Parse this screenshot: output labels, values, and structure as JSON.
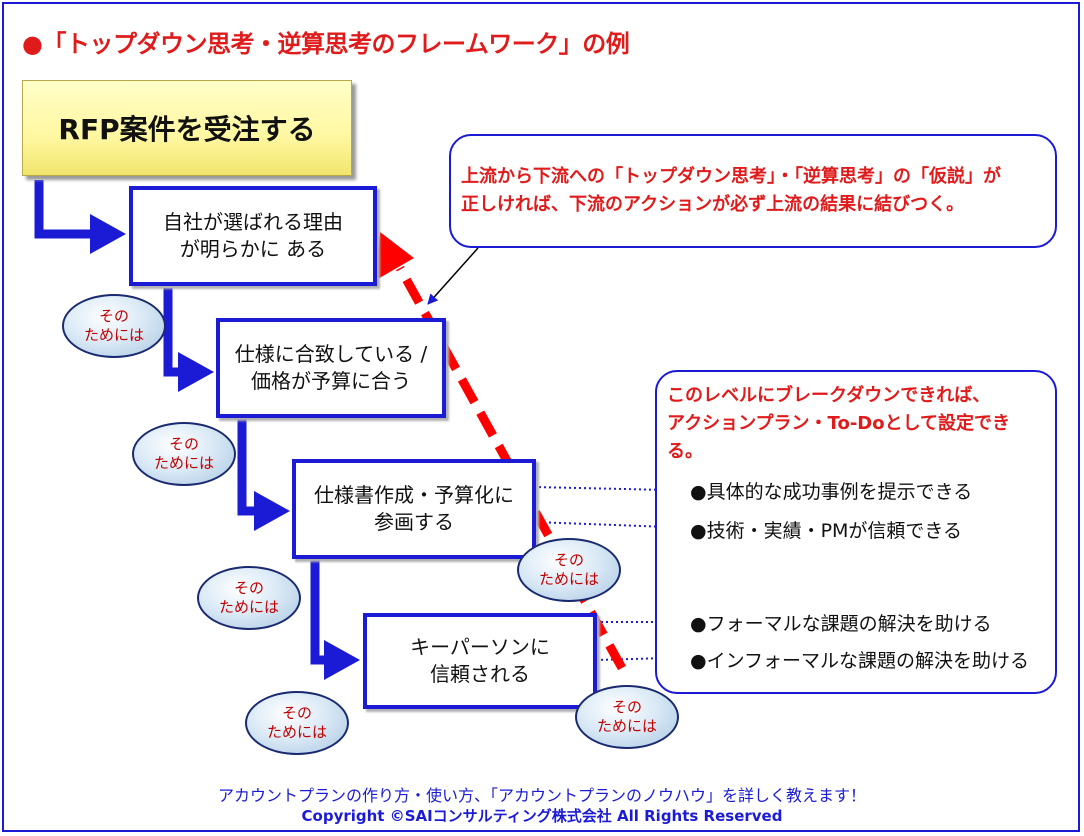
{
  "title": "●「トップダウン思考・逆算思考のフレームワーク」の例",
  "top_box": "RFP案件を受注する",
  "steps": [
    {
      "lines": [
        "自社が選ばれる理由",
        "が明らかに ある"
      ]
    },
    {
      "lines": [
        "仕様に合致している /",
        "価格が予算に合う"
      ]
    },
    {
      "lines": [
        "仕様書作成・予算化に",
        "参画する"
      ]
    },
    {
      "lines": [
        "キーパーソンに",
        "信頼される"
      ]
    }
  ],
  "oval_label": [
    "その",
    "ためには"
  ],
  "note_top": [
    "上流から下流への「トップダウン思考」・「逆算思考」の「仮説」が",
    "正しければ、下流のアクションが必ず上流の結果に結びつく。"
  ],
  "note_right": [
    "このレベルにブレークダウンできれば、",
    "アクションプラン・To-Doとして設定できる。"
  ],
  "actions": [
    "●具体的な成功事例を提示できる",
    "●技術・実績・PMが信頼できる",
    "●フォーマルな課題の解決を助ける",
    "●インフォーマルな課題の解決を助ける"
  ],
  "footer": {
    "line1": "アカウントプランの作り方・使い方、「アカウントプランのノウハウ」を詳しく教えます！",
    "line2": "Copyright ©SAIコンサルティング株式会社 All Rights Reserved"
  },
  "colors": {
    "accent_blue": "#1b1bd6",
    "accent_red": "#e01b1b",
    "dashed_arrow": "#ff0000"
  }
}
